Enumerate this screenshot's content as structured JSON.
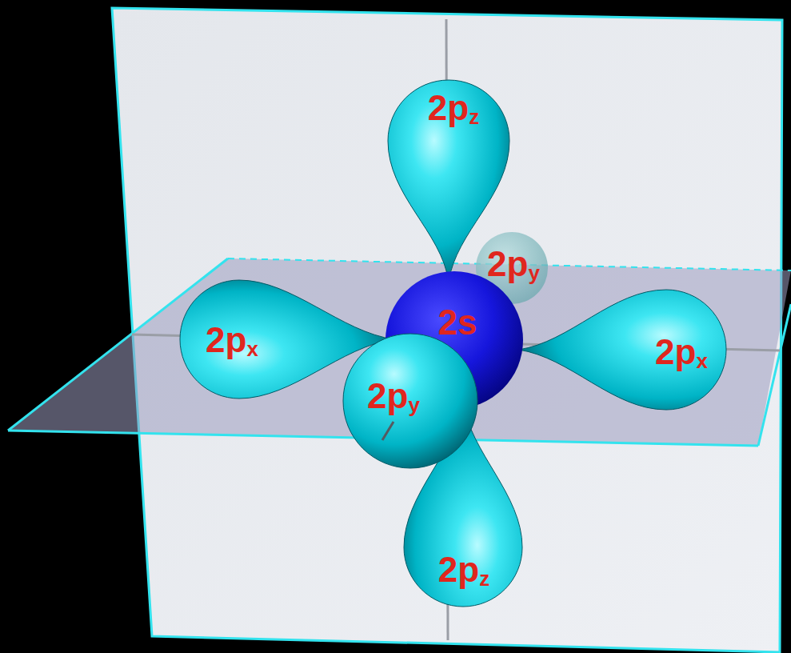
{
  "diagram": {
    "nodes": [
      {
        "text": [
          "2pz"
        ]
      },
      {
        "text": [
          "2py"
        ]
      },
      {
        "text": [
          "2px"
        ]
      },
      {
        "text": [
          "2s"
        ]
      },
      {
        "text": [
          "2px"
        ]
      },
      {
        "text": [
          "2py"
        ]
      },
      {
        "text": [
          "2pz"
        ]
      }
    ]
  }
}
